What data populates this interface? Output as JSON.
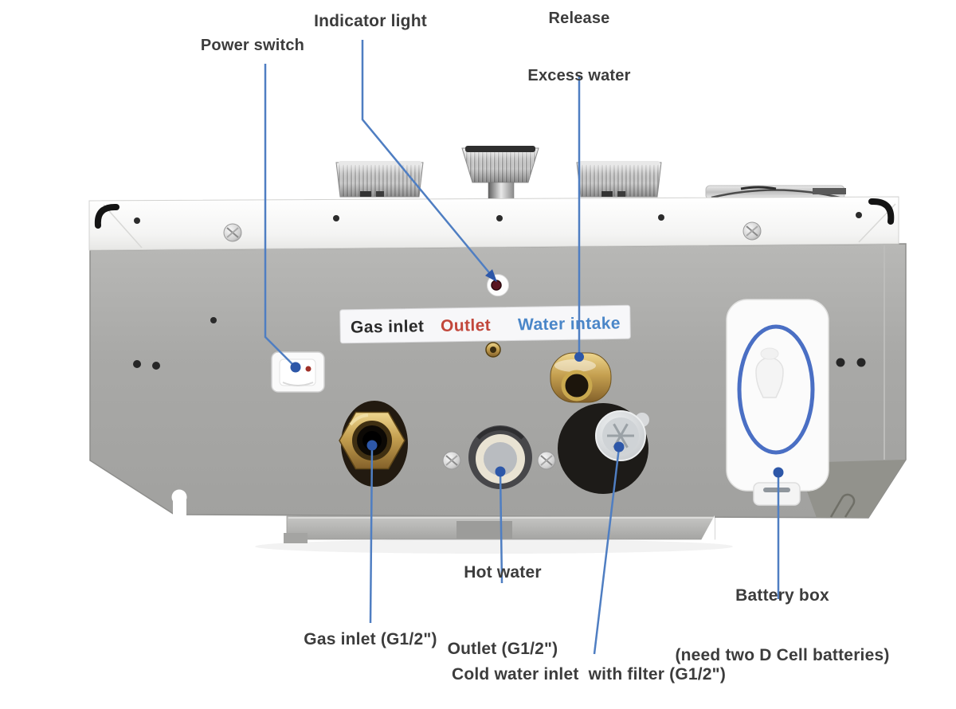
{
  "diagram": {
    "title_context": "tankless gas water heater bottom view callout diagram",
    "callouts": {
      "power_switch": "Power switch",
      "indicator_light": "Indicator light",
      "release_excess_water": [
        "Release",
        "Excess water"
      ],
      "gas_inlet": "Gas inlet (G1/2\")",
      "hot_water_outlet": [
        "Hot water",
        "Outlet (G1/2\")"
      ],
      "cold_water_inlet": "Cold water inlet  with filter (G1/2\")",
      "battery_box": [
        "Battery box",
        "(need two D Cell batteries)"
      ]
    },
    "sticker": {
      "gas_inlet": "Gas inlet",
      "outlet": "Outlet",
      "water_intake": "Water intake"
    },
    "colors": {
      "callout_line": "#4f7ec2",
      "callout_dot": "#2d57a8",
      "label_text": "#3c3c3c",
      "sticker_gas_text": "#2b2b2b",
      "sticker_outlet_text": "#c2473b",
      "sticker_water_text": "#4a86c8",
      "body_gray": "#a9a9a7",
      "flange_white": "#f6f6f5",
      "brass": "#b08d3e",
      "battery_ring_blue": "#4a6fc4",
      "indicator_red": "#5a1520"
    }
  }
}
